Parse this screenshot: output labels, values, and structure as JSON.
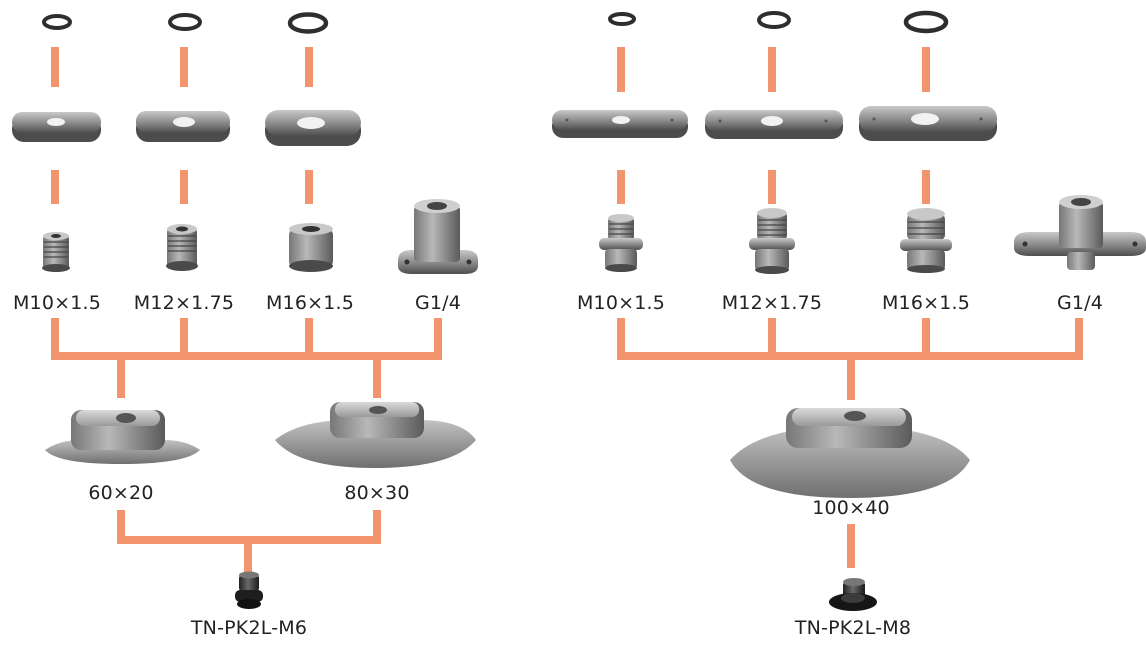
{
  "colors": {
    "connector": "#F2956E",
    "part_dark": "#3d3d3d",
    "part_mid": "#8a8a8a",
    "part_light": "#d2d2d2"
  },
  "left_group": {
    "threads": [
      "M10×1.5",
      "M12×1.75",
      "M16×1.5",
      "G1/4"
    ],
    "pads": [
      "60×20",
      "80×30"
    ],
    "base": "TN-PK2L-M6"
  },
  "right_group": {
    "threads": [
      "M10×1.5",
      "M12×1.75",
      "M16×1.5",
      "G1/4"
    ],
    "pads": [
      "100×40"
    ],
    "base": "TN-PK2L-M8"
  }
}
